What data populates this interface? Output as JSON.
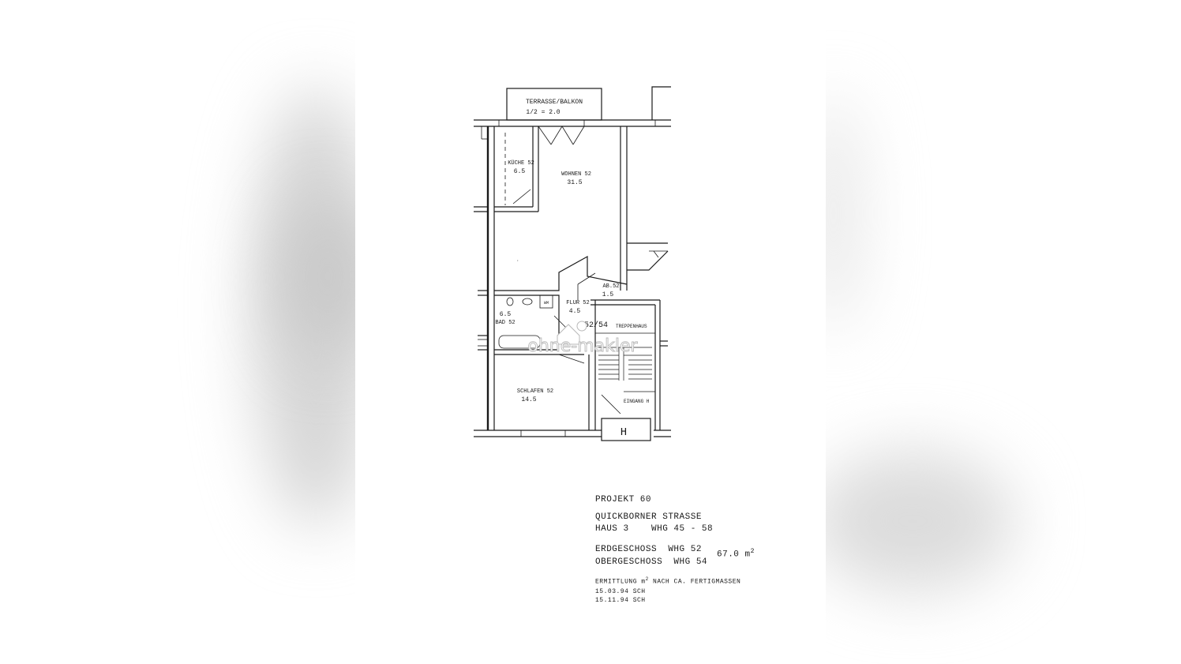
{
  "plan": {
    "rooms": [
      {
        "id": "terrasse",
        "name": "TERRASSE/BALKON",
        "area": "1/2  =  2.0"
      },
      {
        "id": "kueche",
        "name": "KÜCHE 52",
        "area": "6.5"
      },
      {
        "id": "wohnen",
        "name": "WOHNEN 52",
        "area": "31.5"
      },
      {
        "id": "abstell",
        "name": "AB.52",
        "area": "1.5"
      },
      {
        "id": "flur",
        "name": "FLUR 52",
        "area": "4.5"
      },
      {
        "id": "bad",
        "name": "BAD 52",
        "area": "6.5"
      },
      {
        "id": "schlafen",
        "name": "SCHLAFEN 52",
        "area": "14.5"
      }
    ],
    "labels": {
      "wm": "WM",
      "unit": "52/54",
      "treppenhaus": "TREPPENHAUS",
      "eingang": "EINGANG H",
      "house_marker": "H"
    }
  },
  "watermark": {
    "text": "ohne-makler"
  },
  "info": {
    "project": "PROJEKT 60",
    "street": "QUICKBORNER STRASSE",
    "house": "HAUS 3    WHG 45 - 58",
    "ground_floor": "ERDGESCHOSS  WHG 52",
    "upper_floor": "OBERGESCHOSS  WHG 54",
    "area_value": "67.0 m",
    "area_exp": "2",
    "calc_prefix": "ERMITTLUNG m",
    "calc_exp": "2",
    "calc_suffix": " NACH CA. FERTIGMASSEN",
    "date1": "15.03.94 SCH",
    "date2": "15.11.94 SCH"
  }
}
